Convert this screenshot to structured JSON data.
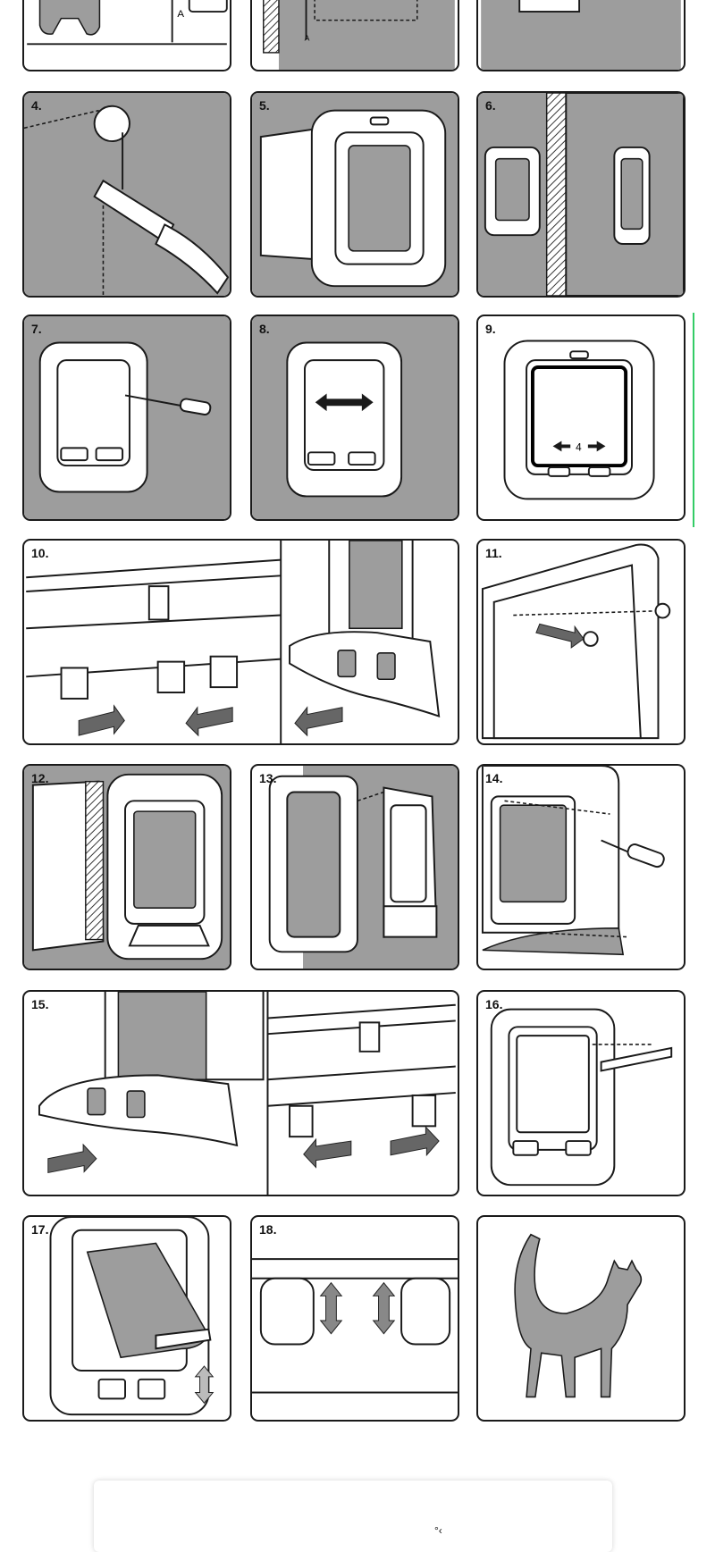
{
  "steps": {
    "s1": "",
    "s2": "",
    "s3": "",
    "s4": "4.",
    "s5": "5.",
    "s6": "6.",
    "s7": "7.",
    "s8": "8.",
    "s9": "9.",
    "s10": "10.",
    "s11": "11.",
    "s12": "12.",
    "s13": "13.",
    "s14": "14.",
    "s15": "15.",
    "s16": "16.",
    "s17": "17.",
    "s18": "18.",
    "s19": ""
  },
  "dimension_label_a": "A",
  "step9_label": "4",
  "colors": {
    "panel_gray": "#9d9d9d",
    "outline": "#1a1a1a",
    "accent_line": "#33cc66"
  }
}
